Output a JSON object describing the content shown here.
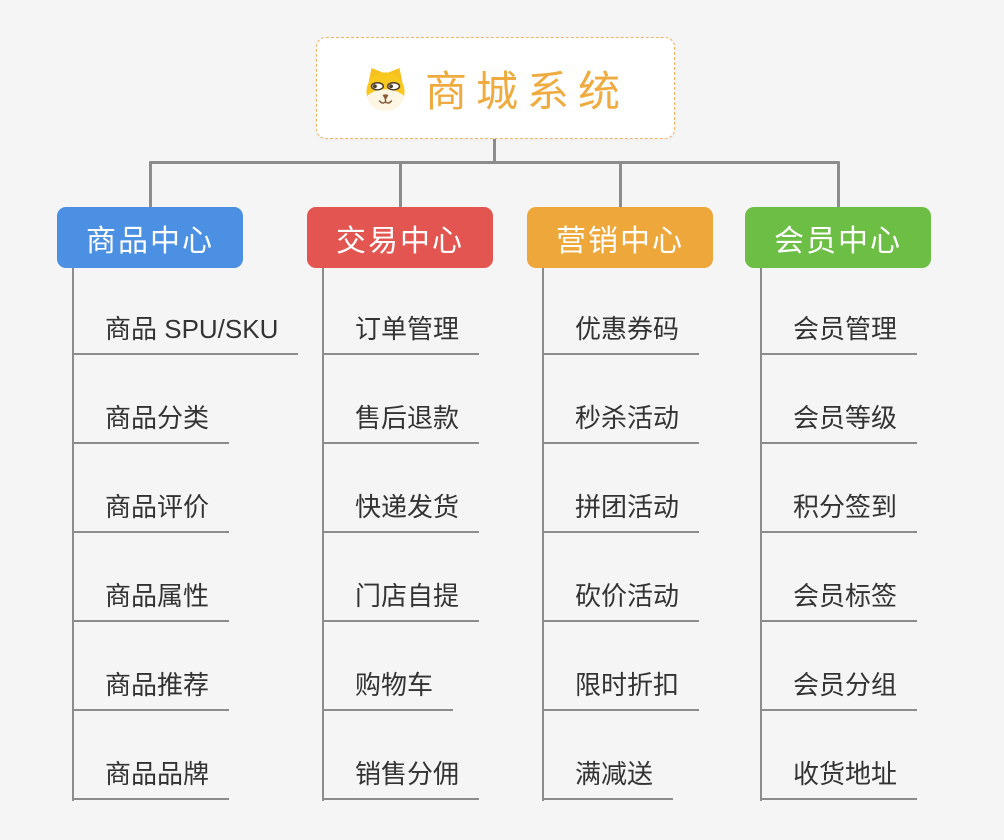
{
  "page": {
    "background": "#f5f5f5",
    "connector_color": "#8c8c8c",
    "leaf_text_color": "#333333"
  },
  "root": {
    "title": "商城系统",
    "icon": "shiba-dog-icon",
    "text_color": "#efab3f",
    "border_color": "#f2b264",
    "background": "#ffffff"
  },
  "branches": [
    {
      "label": "商品中心",
      "color": "#4b90e2",
      "children": [
        "商品 SPU/SKU",
        "商品分类",
        "商品评价",
        "商品属性",
        "商品推荐",
        "商品品牌"
      ]
    },
    {
      "label": "交易中心",
      "color": "#e25551",
      "children": [
        "订单管理",
        "售后退款",
        "快递发货",
        "门店自提",
        "购物车",
        "销售分佣"
      ]
    },
    {
      "label": "营销中心",
      "color": "#eda73b",
      "children": [
        "优惠券码",
        "秒杀活动",
        "拼团活动",
        "砍价活动",
        "限时折扣",
        "满减送"
      ]
    },
    {
      "label": "会员中心",
      "color": "#6cbe44",
      "children": [
        "会员管理",
        "会员等级",
        "积分签到",
        "会员标签",
        "会员分组",
        "收货地址"
      ]
    }
  ]
}
